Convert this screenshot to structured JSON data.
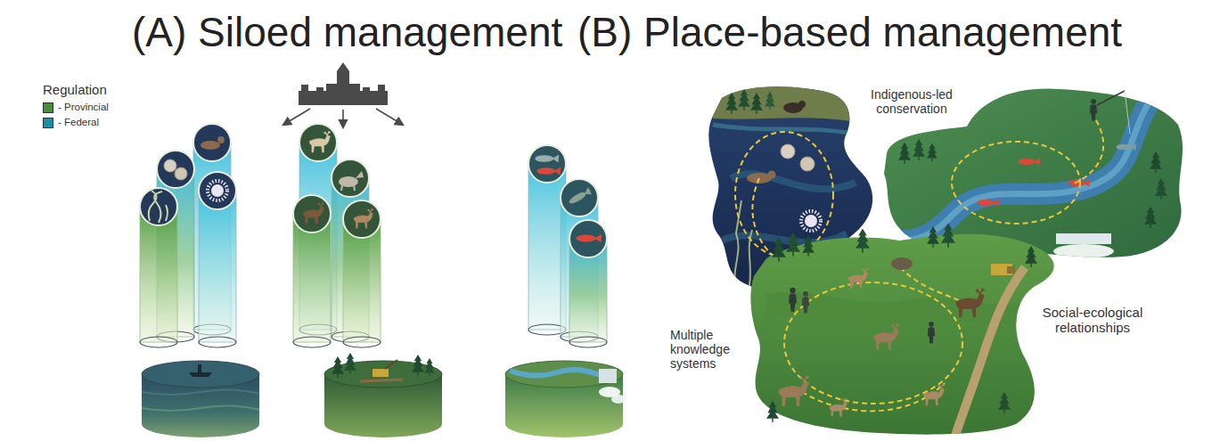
{
  "diagram": {
    "labels": [
      "(A) Siloed management",
      "(B) Place-based management",
      "Regulation",
      "Indigenous-led conservation",
      "Multiple knowledge systems",
      "Social-ecological relationships"
    ],
    "legend": [
      {
        "text": "- Provincial",
        "color": "#4b8b3b"
      },
      {
        "text": "- Federal",
        "color": "#1b91a8"
      }
    ]
  }
}
